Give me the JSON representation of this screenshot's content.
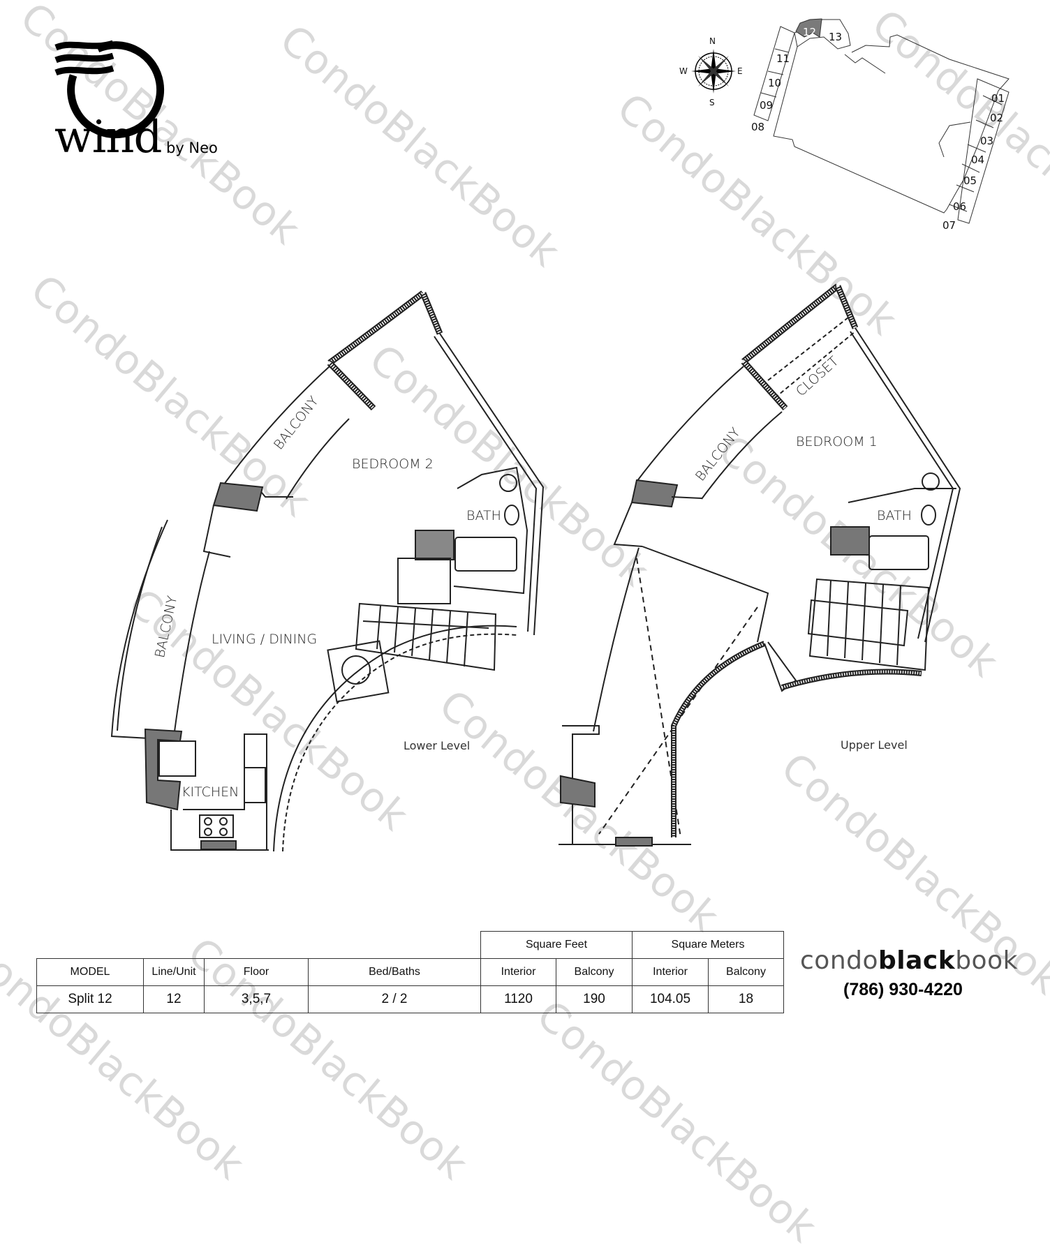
{
  "logo": {
    "wordmark": "wind",
    "tagline": "by Neo"
  },
  "compass": {
    "north": "N",
    "south": "S",
    "east": "E",
    "west": "W"
  },
  "key_plan": {
    "selected_unit": "12",
    "units": [
      "01",
      "02",
      "03",
      "04",
      "05",
      "06",
      "07",
      "08",
      "09",
      "10",
      "11",
      "12",
      "13"
    ],
    "highlight_color": "#7a7a7a"
  },
  "floorplans": {
    "lower": {
      "level_label": "Lower Level",
      "rooms": {
        "bedroom": "BEDROOM 2",
        "balcony_top": "BALCONY",
        "balcony_left": "BALCONY",
        "bath": "BATH",
        "living": "LIVING / DINING",
        "kitchen": "KITCHEN"
      }
    },
    "upper": {
      "level_label": "Upper Level",
      "rooms": {
        "bedroom": "BEDROOM 1",
        "closet": "CLOSET",
        "balcony": "BALCONY",
        "bath": "BATH"
      }
    }
  },
  "specs": {
    "group_headers": {
      "square_feet": "Square Feet",
      "square_meters": "Square Meters"
    },
    "columns": [
      "MODEL",
      "Line/Unit",
      "Floor",
      "Bed/Baths",
      "Interior",
      "Balcony",
      "Interior",
      "Balcony"
    ],
    "row": {
      "model": "Split 12",
      "line_unit": "12",
      "floor": "3,5,7",
      "bed_baths": "2 / 2",
      "sqft_interior": "1120",
      "sqft_balcony": "190",
      "sqm_interior": "104.05",
      "sqm_balcony": "18"
    }
  },
  "brand": {
    "part1": "condo",
    "part2": "black",
    "part3": "book",
    "phone": "(786) 930-4220"
  },
  "watermark": {
    "text": "CondoBlackBook"
  }
}
